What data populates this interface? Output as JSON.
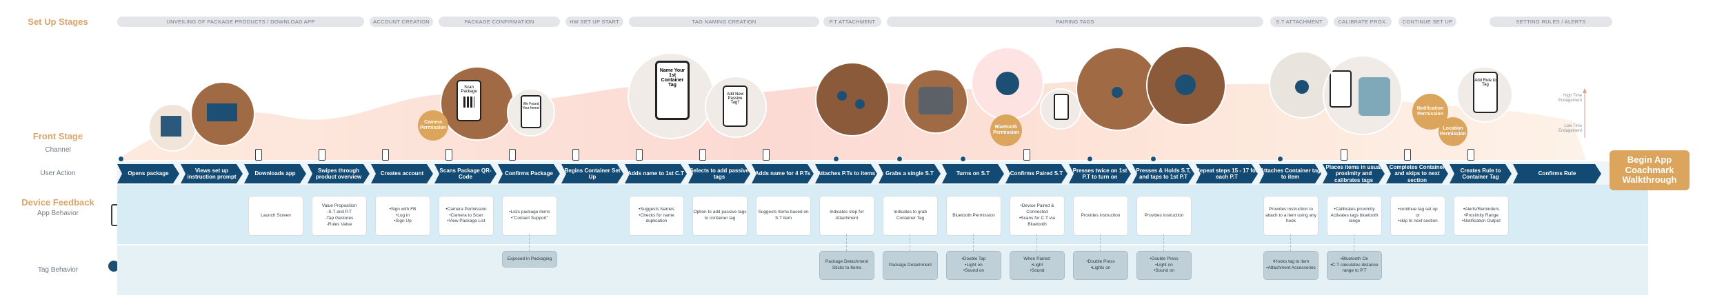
{
  "labels": {
    "setup": "Set Up Stages",
    "front": "Front Stage",
    "channel": "Channel",
    "user_action": "User Action",
    "device_feedback": "Device Feedback",
    "app_behavior": "App Behavior",
    "tag_behavior": "Tag Behavior",
    "high_time": "High Time Endagement",
    "low_time": "Low Time Endagement"
  },
  "stages": [
    {
      "label": "Unveiling of Package Products / Download App"
    },
    {
      "label": "Account Creation"
    },
    {
      "label": "Package Confirmation"
    },
    {
      "label": "HW Set Up Start"
    },
    {
      "label": "Tag Naming Creation"
    },
    {
      "label": "P.T Attachment"
    },
    {
      "label": "Pairing Tags"
    },
    {
      "label": "S.T Attachment"
    },
    {
      "label": "Calibrate Prox."
    },
    {
      "label": "Continue Set Up"
    },
    {
      "label": "Setting Rules / Alerts"
    }
  ],
  "steps": [
    {
      "action": "Opens package",
      "app": "",
      "tag": ""
    },
    {
      "action": "Views set up instruction prompt",
      "app": "",
      "tag": ""
    },
    {
      "action": "Downloads app",
      "app": "Launch Screen",
      "tag": ""
    },
    {
      "action": "Swipes through product overview",
      "app": "Value Proposition\n-S.T and P.T\n-Tap Gestures\n-Rules Value",
      "tag": ""
    },
    {
      "action": "Creates account",
      "app": "•Sign with FB\n•Log in\n•Sign Up",
      "tag": ""
    },
    {
      "action": "Scans Package QR-Code",
      "app": "•Camera Permission\n•Camera to Scan\n•View Package List",
      "tag": ""
    },
    {
      "action": "Confirms Package",
      "app": "•Lists package items\n•\"Contact Support\"",
      "tag": "Exposed in Packaging"
    },
    {
      "action": "Begins Container Set Up",
      "app": "",
      "tag": ""
    },
    {
      "action": "Adds name to 1st C.T",
      "app": "•Suggests Names\n•Checks for name duplication",
      "tag": ""
    },
    {
      "action": "Selects to add passive tags",
      "app": "Option to add passive tags to container tag",
      "tag": ""
    },
    {
      "action": "Adds name for 4 P.Ts",
      "app": "Suggests Items based on S.T item",
      "tag": ""
    },
    {
      "action": "Attaches P.Ts to items",
      "app": "Indicates step for Attachment",
      "tag": "Package Detachment\nSticks to Items"
    },
    {
      "action": "Grabs a single S.T",
      "app": "Indicates to grab Container Tag",
      "tag": "Package Detachment"
    },
    {
      "action": "Turns on S.T",
      "app": "Bluetooth Permission",
      "tag": "•Double Tap\n•Light on\n•Sound on"
    },
    {
      "action": "Confirms Paired S.T",
      "app": "•Device Paired & Connected\n•Scans for C.T via Bluetooth",
      "tag": "When Paired:\n•Light\n•Sound"
    },
    {
      "action": "Presses twice on 1st P.T to turn on",
      "app": "Provides instruction",
      "tag": "•Double Press\n•Lights on"
    },
    {
      "action": "Presses & Holds S.T, and taps to 1st P.T",
      "app": "Provides instruction",
      "tag": "•Double Press\n•Light on\n•Sound on"
    },
    {
      "action": "Repeat steps 15 - 17 for each P.T",
      "app": "",
      "tag": ""
    },
    {
      "action": "Attaches Container tag to item",
      "app": "Provides instruction to attach to a item using any hook",
      "tag": "•Hooks tag to item\n•Attachment Accessories"
    },
    {
      "action": "Places items in usual proximity and calibrates tags",
      "app": "•Calibrates proximity\nActivates tags bluetooth range",
      "tag": "•Bluetooth On\n•C.T calculates distance range to P.T"
    },
    {
      "action": "Completes Container and skips to next section",
      "app": "•continue tag set up\nor\n•skip to next section",
      "tag": ""
    },
    {
      "action": "Creates Rule to Container Tag",
      "app": "•Alerts/Reminders\n•Proximity Range\n•Notification Output",
      "tag": ""
    },
    {
      "action": "Confirms Rule",
      "app": "",
      "tag": ""
    }
  ],
  "permissions": [
    "Camera Permission",
    "Bluetooth Permission",
    "Notification Permission",
    "Location Permission"
  ],
  "phone_texts": {
    "scan": "Scan Package",
    "found": "We Found Your Items!",
    "name": "Name Your 1st Container Tag",
    "passive": "Add New Passive Tag?",
    "rule": "Add Rule to Tag"
  },
  "final": "Begin App Coachmark Walkthrough",
  "colors": {
    "accent": "#dba55e",
    "navy": "#134a73",
    "band": "#d7ecf4"
  }
}
